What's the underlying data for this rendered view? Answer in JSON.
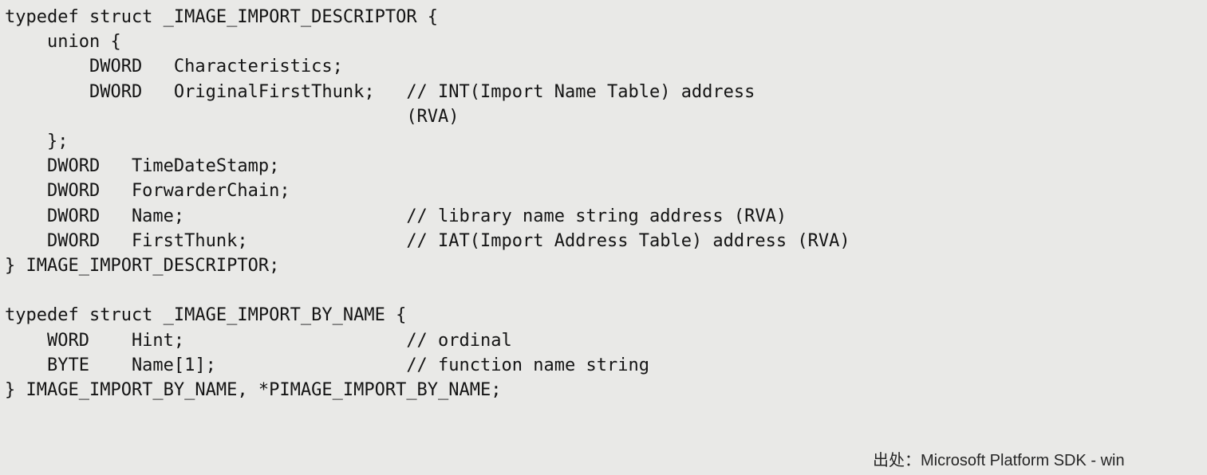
{
  "code": {
    "lines": [
      "typedef struct _IMAGE_IMPORT_DESCRIPTOR {",
      "    union {",
      "        DWORD   Characteristics;",
      "        DWORD   OriginalFirstThunk;   // INT(Import Name Table) address",
      "                                      (RVA)",
      "    };",
      "    DWORD   TimeDateStamp;",
      "    DWORD   ForwarderChain;",
      "    DWORD   Name;                     // library name string address (RVA)",
      "    DWORD   FirstThunk;               // IAT(Import Address Table) address (RVA)",
      "} IMAGE_IMPORT_DESCRIPTOR;",
      "",
      "typedef struct _IMAGE_IMPORT_BY_NAME {",
      "    WORD    Hint;                     // ordinal",
      "    BYTE    Name[1];                  // function name string",
      "} IMAGE_IMPORT_BY_NAME, *PIMAGE_IMPORT_BY_NAME;"
    ]
  },
  "source_credit": "出处：Microsoft Platform SDK - win"
}
